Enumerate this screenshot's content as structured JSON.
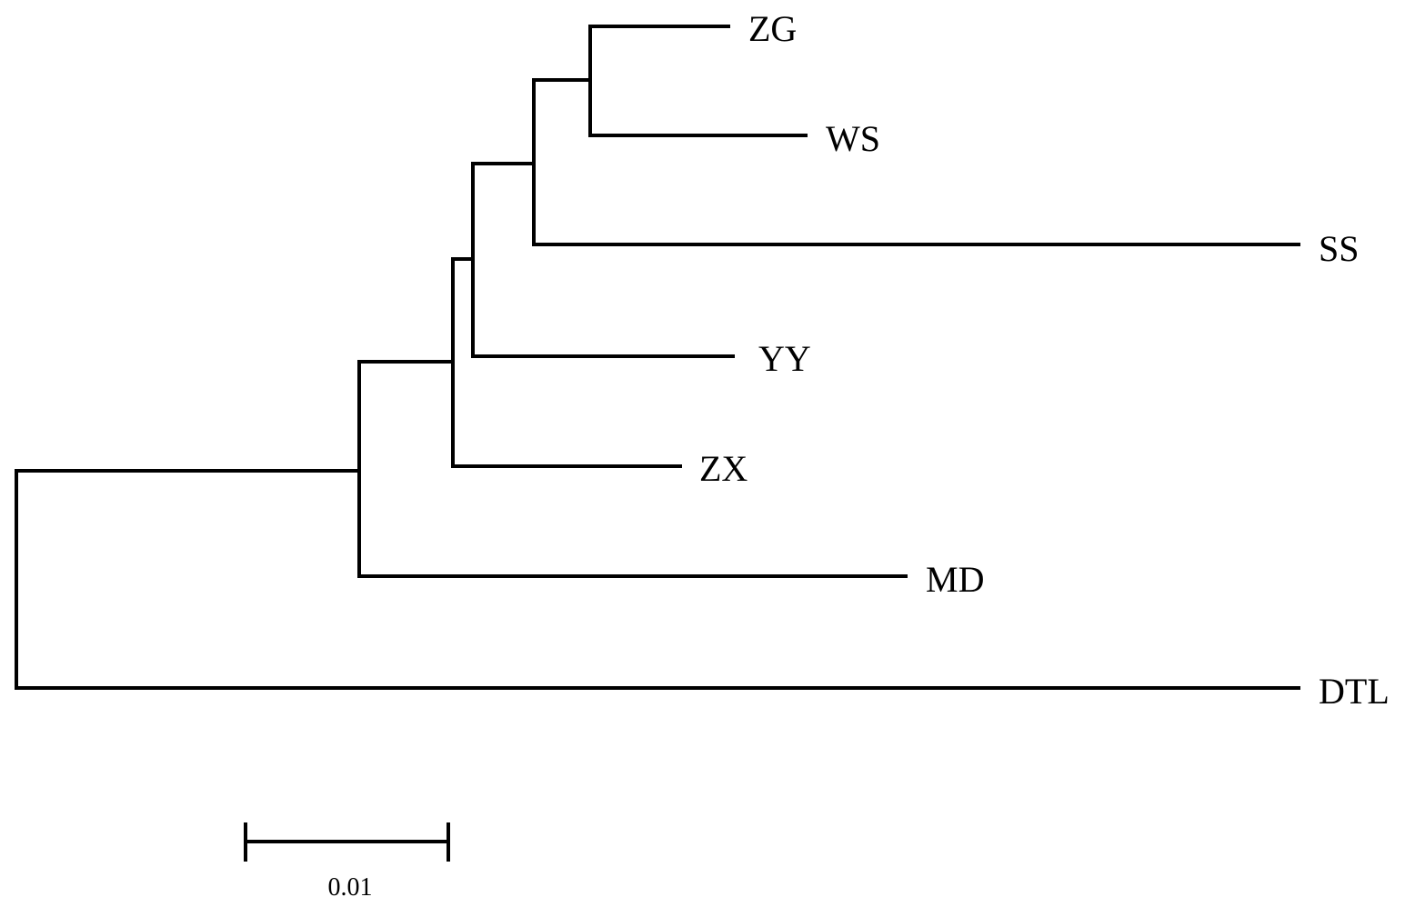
{
  "tree": {
    "leaves": [
      {
        "id": "ZG",
        "label": "ZG"
      },
      {
        "id": "WS",
        "label": "WS"
      },
      {
        "id": "SS",
        "label": "SS"
      },
      {
        "id": "YY",
        "label": "YY"
      },
      {
        "id": "ZX",
        "label": "ZX"
      },
      {
        "id": "MD",
        "label": "MD"
      },
      {
        "id": "DTL",
        "label": "DTL"
      }
    ],
    "topology": "(((((ZG,WS),SS),YY),ZX),MD),DTL"
  },
  "scale_bar": {
    "label": "0.01",
    "value": 0.01
  },
  "colors": {
    "line": "#000000",
    "background": "#ffffff"
  }
}
